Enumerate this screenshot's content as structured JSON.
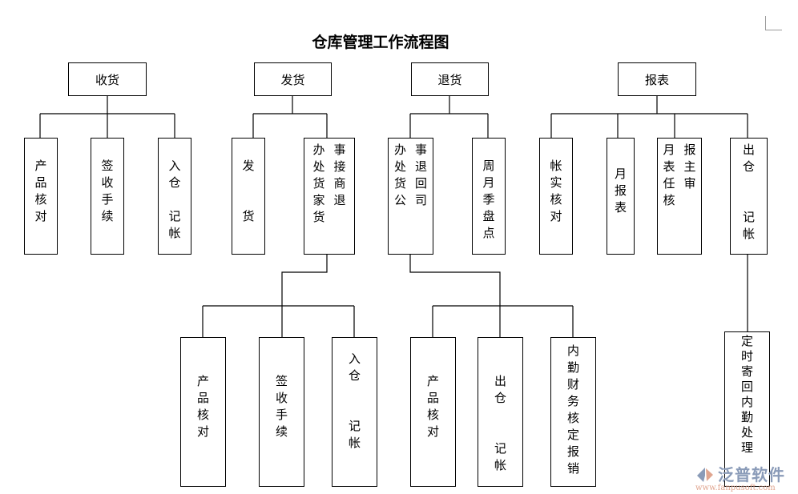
{
  "title": "仓库管理工作流程图",
  "boxes": [
    {
      "id": "receive",
      "label": "收货"
    },
    {
      "id": "ship",
      "label": "发货"
    },
    {
      "id": "return",
      "label": "退货"
    },
    {
      "id": "report",
      "label": "报表"
    },
    {
      "id": "r1",
      "columns": [
        [
          "产",
          "品",
          "核",
          "对"
        ]
      ]
    },
    {
      "id": "r2",
      "columns": [
        [
          "签",
          "收",
          "手",
          "续"
        ]
      ]
    },
    {
      "id": "r3",
      "columns": [
        [
          "入",
          "仓",
          "",
          "记",
          "帐"
        ]
      ]
    },
    {
      "id": "s1",
      "columns": [
        [
          "发",
          "",
          "",
          "货"
        ]
      ]
    },
    {
      "id": "s2",
      "columns": [
        [
          "办",
          "处",
          "货",
          "家",
          "货"
        ],
        [
          "事",
          "接",
          "商",
          "退"
        ]
      ]
    },
    {
      "id": "t1",
      "columns": [
        [
          "办",
          "处",
          "货",
          "公"
        ],
        [
          "事",
          "退",
          "回",
          "司"
        ]
      ]
    },
    {
      "id": "t2",
      "columns": [
        [
          "周",
          "月",
          "季",
          "盘",
          "点"
        ]
      ]
    },
    {
      "id": "p1",
      "columns": [
        [
          "帐",
          "实",
          "核",
          "对"
        ]
      ]
    },
    {
      "id": "p2",
      "columns": [
        [
          "月",
          "报",
          "表"
        ]
      ]
    },
    {
      "id": "p3",
      "columns": [
        [
          "月",
          "表",
          "任",
          "核"
        ],
        [
          "报",
          "主",
          "审"
        ]
      ]
    },
    {
      "id": "p4",
      "columns": [
        [
          "出",
          "仓",
          "",
          "",
          "记",
          "帐"
        ]
      ]
    },
    {
      "id": "s2a",
      "columns": [
        [
          "产",
          "品",
          "核",
          "对"
        ]
      ]
    },
    {
      "id": "s2b",
      "columns": [
        [
          "签",
          "收",
          "手",
          "续"
        ]
      ]
    },
    {
      "id": "s2c",
      "columns": [
        [
          "入",
          "仓",
          "",
          "",
          "记",
          "帐"
        ]
      ]
    },
    {
      "id": "t1a",
      "columns": [
        [
          "产",
          "品",
          "核",
          "对"
        ]
      ]
    },
    {
      "id": "t1b",
      "columns": [
        [
          "出",
          "仓",
          "",
          "",
          "记",
          "帐"
        ]
      ]
    },
    {
      "id": "t1c",
      "columns": [
        [
          "内",
          "勤",
          "财",
          "务",
          "核",
          "定",
          "报",
          "销"
        ]
      ]
    },
    {
      "id": "p4a",
      "columns": [
        [
          "定",
          "时",
          "寄",
          "回",
          "内",
          "勤",
          "处",
          "理"
        ]
      ]
    }
  ],
  "logo": {
    "name": "泛普软件",
    "url": "www.fanpusoft.com"
  }
}
